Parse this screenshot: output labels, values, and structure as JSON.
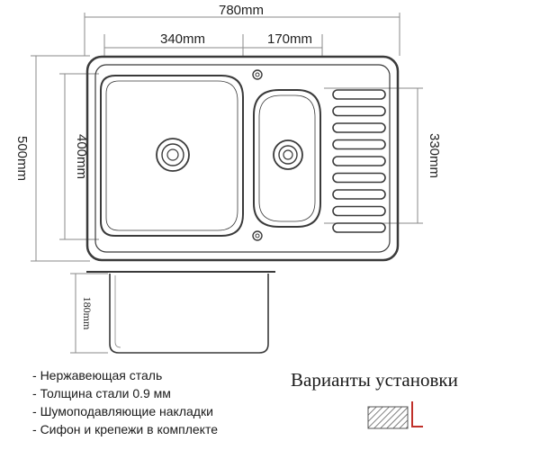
{
  "dimensions": {
    "overall_width": "780mm",
    "large_bowl_width": "340mm",
    "small_bowl_width": "170mm",
    "overall_depth": "500mm",
    "large_bowl_depth": "400mm",
    "small_bowl_depth": "330mm",
    "bowl_height": "180mm"
  },
  "features": [
    "Нержавеющая сталь",
    "Толщина стали 0.9 мм",
    "Шумоподавляющие накладки",
    "Сифон и крепежи в комплекте"
  ],
  "installation": {
    "title": "Варианты установки"
  },
  "colors": {
    "line": "#3a3a3a",
    "dimension_line": "#8a8a8a",
    "install_accent": "#c0302a"
  }
}
